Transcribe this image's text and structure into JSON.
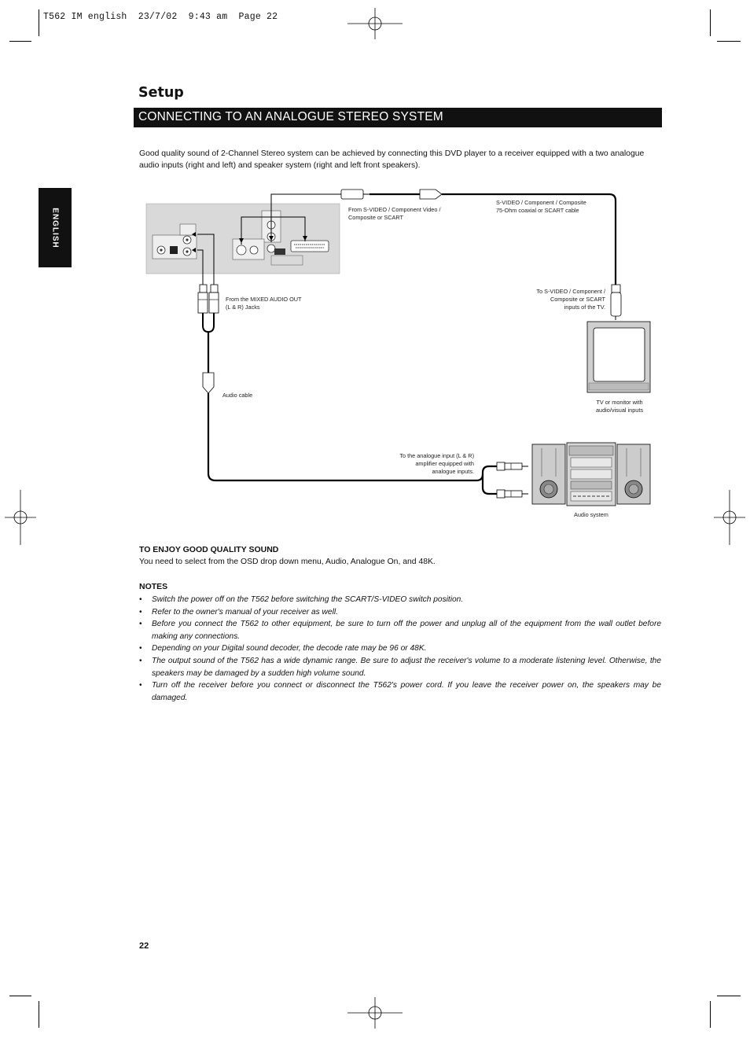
{
  "slug": "T562 IM english  23/7/02  9:43 am  Page 22",
  "section_title": "Setup",
  "page_heading": "CONNECTING TO AN ANALOGUE STEREO SYSTEM",
  "side_tab": "ENGLISH",
  "intro": "Good quality sound of 2-Channel Stereo system can be achieved by connecting this DVD player to a receiver equipped with a two analogue audio inputs (right and left) and speaker system (right and left front speakers).",
  "diagram": {
    "from_svideo": [
      "From S-VIDEO / Component Video /",
      "Composite or SCART"
    ],
    "svideo_cable": [
      "S-VIDEO / Component / Composite",
      "75-Ohm coaxial or SCART cable"
    ],
    "from_mixed_audio": [
      "From the MIXED AUDIO OUT",
      "(L & R) Jacks"
    ],
    "to_svideo_tv": [
      "To S-VIDEO / Component /",
      "Composite or SCART",
      "inputs of the TV."
    ],
    "tv_label": [
      "TV or monitor with",
      "audio/visual inputs"
    ],
    "audio_cable": "Audio cable",
    "to_analogue_input": [
      "To the analogue input (L & R)",
      "amplifier equipped with",
      "analogue inputs."
    ],
    "audio_system": "Audio system"
  },
  "enjoy_heading": "TO ENJOY GOOD QUALITY SOUND",
  "enjoy_text": "You need to select from the OSD drop down menu, Audio, Analogue On, and 48K.",
  "notes_heading": "NOTES",
  "notes": [
    "Switch the power off on the T562 before switching the SCART/S-VIDEO switch position.",
    "Refer to the owner's manual of your receiver as well.",
    "Before you connect the T562 to other equipment, be sure to turn off the power and unplug all of the equipment from the wall outlet before making any connections.",
    "Depending on your Digital sound decoder, the decode rate may be 96 or 48K.",
    "The output sound of the T562 has a wide dynamic range. Be sure to adjust the receiver's volume to a moderate listening level. Otherwise, the speakers may be damaged by a sudden high volume sound.",
    "Turn off the receiver before you connect or disconnect the T562's power cord. If you leave the receiver power on, the speakers may be damaged."
  ],
  "page_number": "22"
}
